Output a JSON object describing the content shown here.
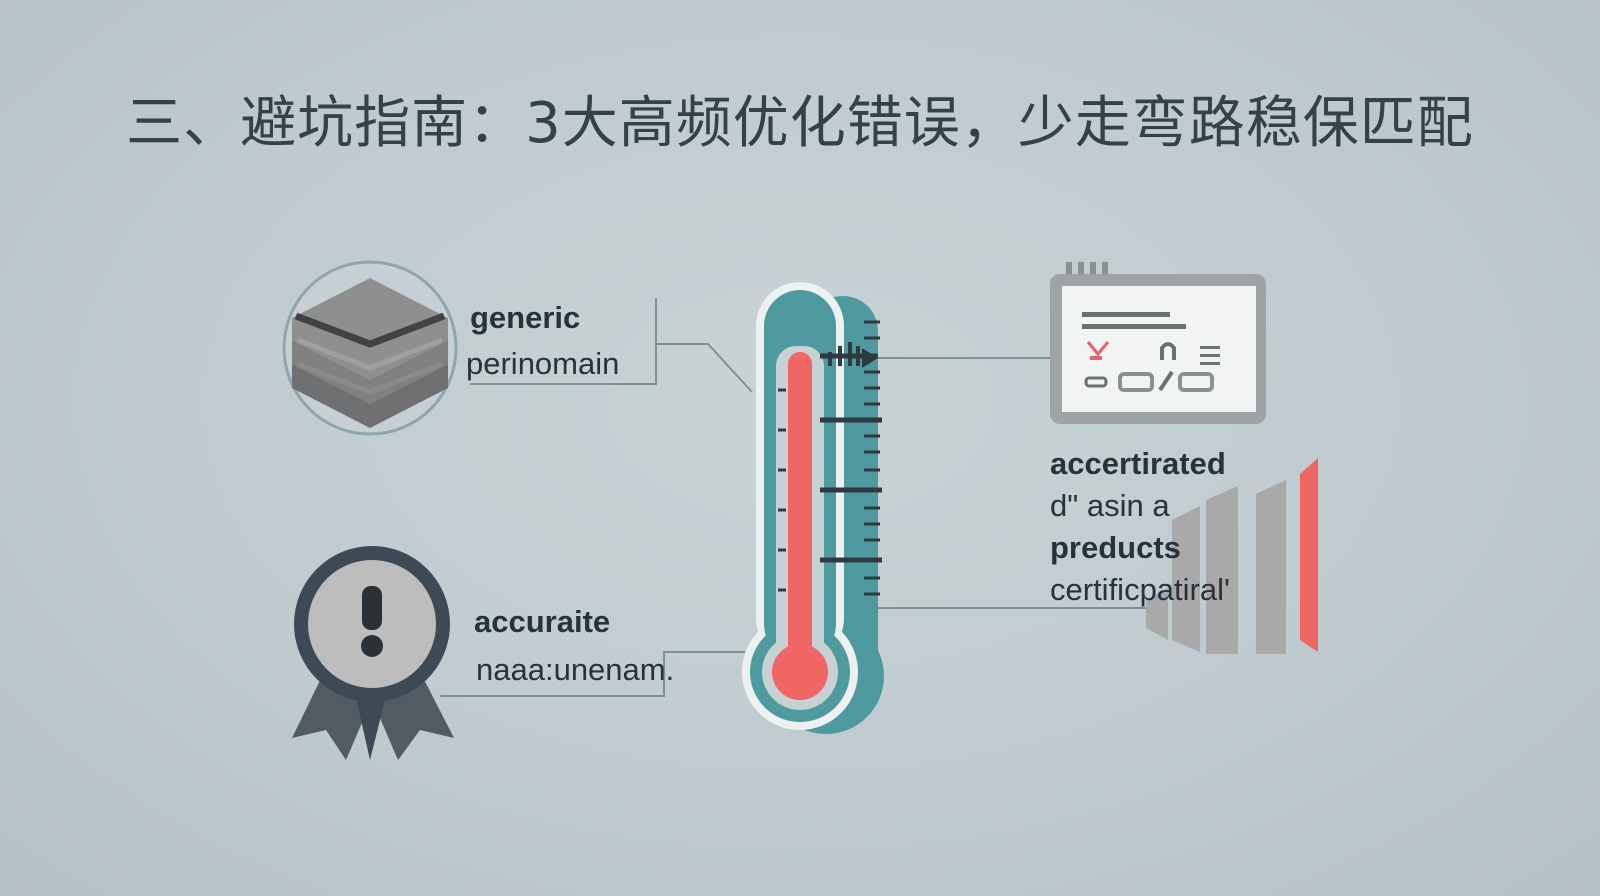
{
  "title": "三、避坑指南：3大高频优化错误，少走弯路稳保匹配",
  "labels": {
    "top_left_bold": "generic",
    "top_left_normal": "perinomain",
    "bottom_left_bold": "accuraite",
    "bottom_left_normal": "naaa:unenam.",
    "right_1": "accertirated",
    "right_2": "d\" asin a",
    "right_3": "preducts",
    "right_4": "certificpatiral'"
  },
  "colors": {
    "background": "#c3ced1",
    "text_dark": "#27333b",
    "teal": "#4e9a9e",
    "red": "#ef6664",
    "gray": "#a9a9a9",
    "navy": "#3d4a55"
  },
  "icons": [
    "layers-icon",
    "thermometer-icon",
    "window-icon",
    "award-badge-icon",
    "bar-chart-icon"
  ]
}
